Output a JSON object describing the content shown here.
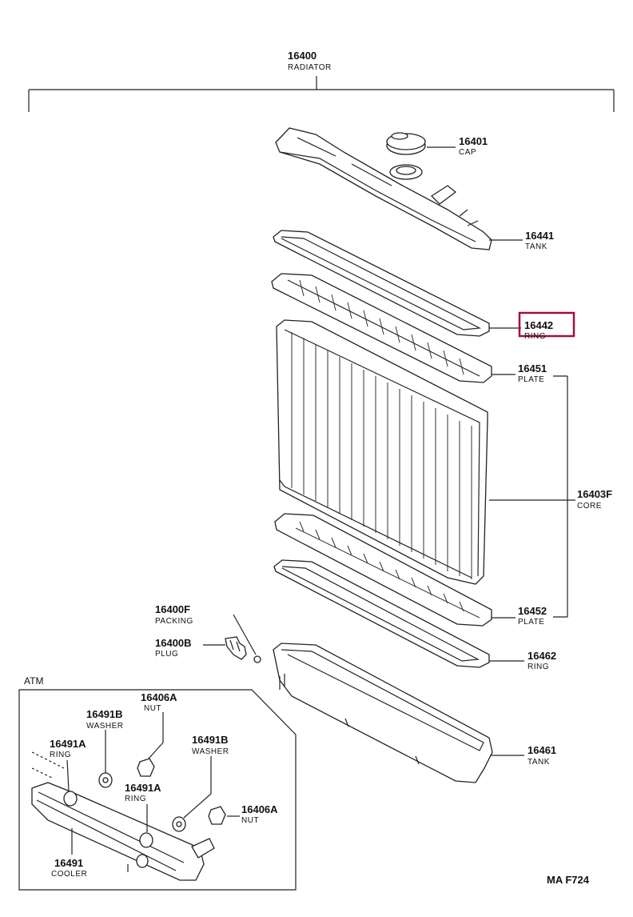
{
  "radiator": {
    "number": "16400",
    "name": "RADIATOR"
  },
  "parts": {
    "cap": {
      "number": "16401",
      "name": "CAP"
    },
    "upper_tank": {
      "number": "16441",
      "name": "TANK"
    },
    "upper_ring": {
      "number": "16442",
      "name": "RING"
    },
    "upper_plate": {
      "number": "16451",
      "name": "PLATE"
    },
    "core": {
      "number": "16403F",
      "name": "CORE"
    },
    "lower_plate": {
      "number": "16452",
      "name": "PLATE"
    },
    "lower_ring": {
      "number": "16462",
      "name": "RING"
    },
    "lower_tank": {
      "number": "16461",
      "name": "TANK"
    },
    "packing": {
      "number": "16400F",
      "name": "PACKING"
    },
    "plug": {
      "number": "16400B",
      "name": "PLUG"
    }
  },
  "atm": {
    "title": "ATM",
    "nut_top": {
      "number": "16406A",
      "name": "NUT"
    },
    "washer_left": {
      "number": "16491B",
      "name": "WASHER"
    },
    "washer_right": {
      "number": "16491B",
      "name": "WASHER"
    },
    "ring_left": {
      "number": "16491A",
      "name": "RING"
    },
    "ring_mid": {
      "number": "16491A",
      "name": "RING"
    },
    "nut_right": {
      "number": "16406A",
      "name": "NUT"
    },
    "cooler": {
      "number": "16491",
      "name": "COOLER"
    }
  },
  "figure_code": "MA F724",
  "highlight_color": "#a0103a"
}
